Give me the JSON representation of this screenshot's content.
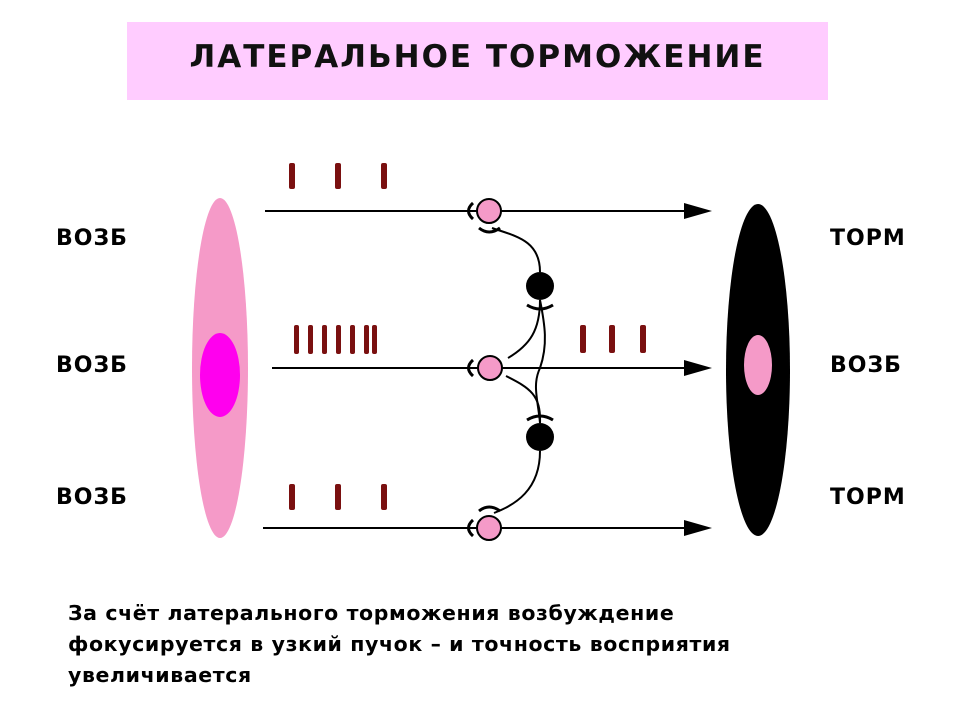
{
  "title": "ЛАТЕРАЛЬНОЕ ТОРМОЖЕНИЕ",
  "left_labels": [
    "ВОЗБ",
    "ВОЗБ",
    "ВОЗБ"
  ],
  "right_labels": [
    "ТОРМ",
    "ВОЗБ",
    "ТОРМ"
  ],
  "caption_lines": [
    "За счёт латерального торможения возбуждение",
    "фокусируется в узкий пучок – и  точность восприятия",
    "увеличивается"
  ],
  "colors": {
    "title_bg": "#ffccff",
    "left_ellipse": "#f59ac8",
    "left_core": "#ff00ee",
    "right_ellipse": "#000000",
    "right_core": "#f59ac8",
    "spike": "#7a1010",
    "synapse_fill": "#f59ac8"
  }
}
